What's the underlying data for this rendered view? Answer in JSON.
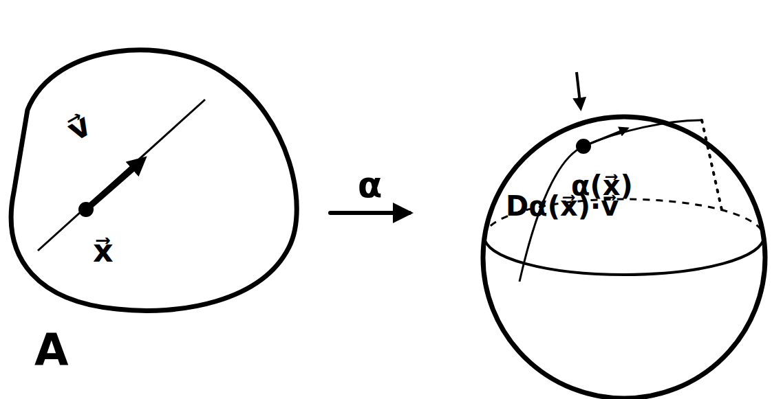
{
  "diagram": {
    "nodes": [
      {
        "text": [
          "v⃗",
          "x⃗",
          "A"
        ]
      },
      {
        "text": [
          "Dα(x⃗)·v⃗",
          "α(x⃗)"
        ]
      }
    ],
    "edges": [
      {
        "from": 0,
        "to": 1,
        "arrow": "to",
        "label": "α"
      }
    ]
  }
}
